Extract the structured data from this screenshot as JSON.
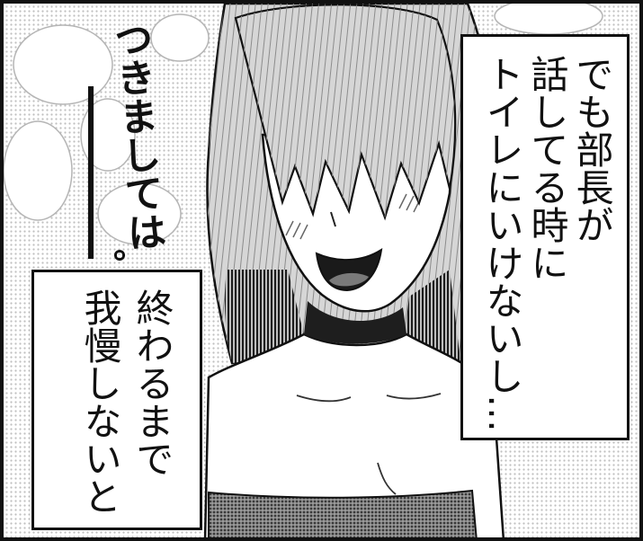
{
  "sfx": {
    "main": "つきましては",
    "dash": "――",
    "period": "。"
  },
  "right_caption": {
    "lines": [
      "でも部長が",
      "話してる時に",
      "トイレにいけないし…"
    ]
  },
  "left_caption": {
    "lines": [
      "終わるまで",
      "我慢しないと"
    ]
  }
}
